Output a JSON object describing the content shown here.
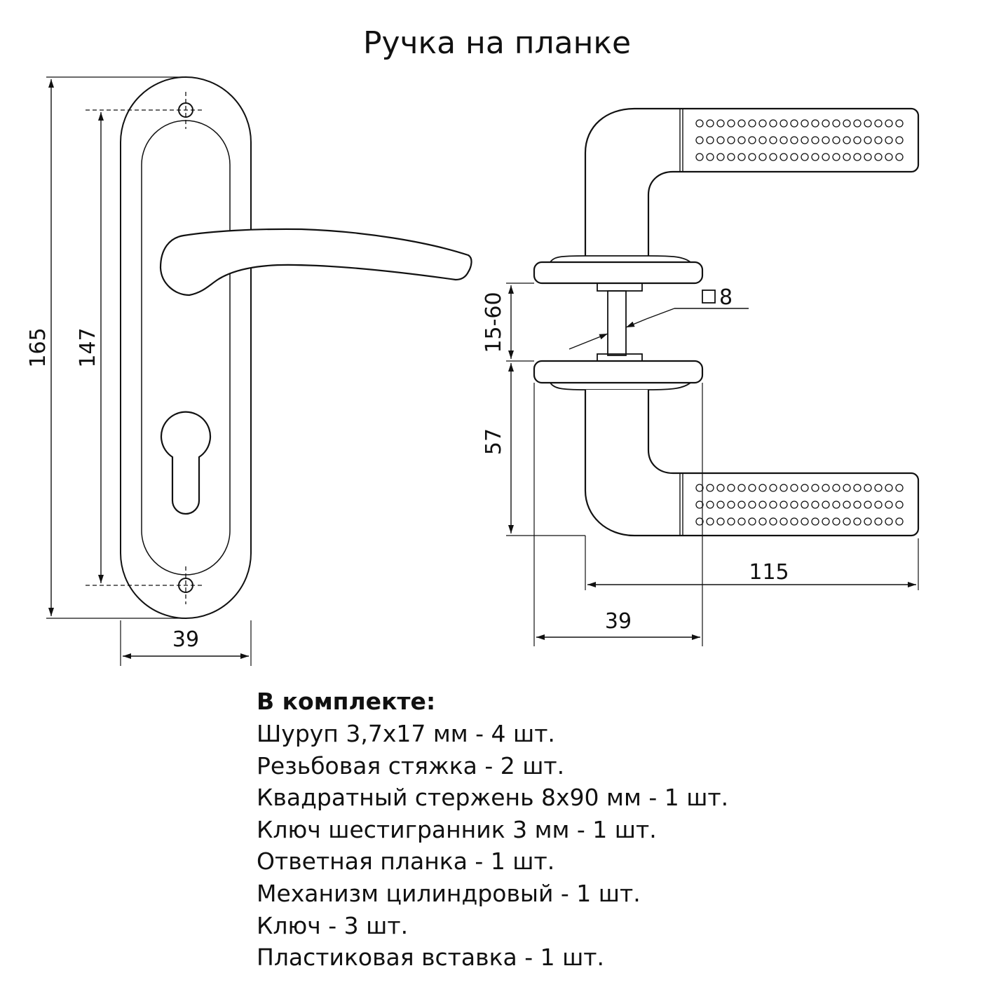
{
  "title": "Ручка на планке",
  "front_view": {
    "height_total": "165",
    "hole_spacing": "147",
    "width": "39"
  },
  "side_view": {
    "door_thickness": "15-60",
    "spindle_square": "8",
    "height_to_axis": "57",
    "handle_length": "115",
    "plate_width": "39"
  },
  "kit": {
    "heading": "В комплекте:",
    "items": [
      "Шуруп 3,7х17 мм - 4 шт.",
      "Резьбовая стяжка - 2 шт.",
      "Квадратный стержень 8х90 мм - 1 шт.",
      "Ключ шестигранник 3 мм - 1 шт.",
      "Ответная планка - 1 шт.",
      "Механизм цилиндровый - 1 шт.",
      "Ключ - 3 шт.",
      "Пластиковая вставка - 1 шт."
    ]
  }
}
